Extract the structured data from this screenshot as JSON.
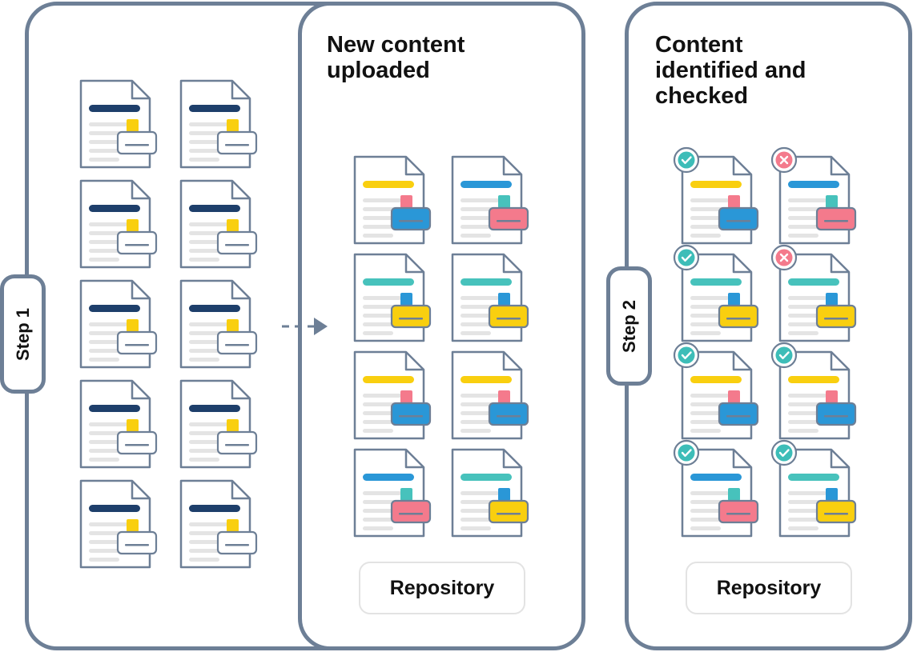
{
  "steps": {
    "step1": "Step 1",
    "step2": "Step 2"
  },
  "upload_panel": {
    "title_line1": "New content",
    "title_line2": "uploaded",
    "repository_label": "Repository"
  },
  "checked_panel": {
    "title_line1": "Content",
    "title_line2": "identified and",
    "title_line3": "checked",
    "repository_label": "Repository"
  },
  "colors": {
    "border": "#6d7f96",
    "navy": "#1e3f6b",
    "yellow": "#f9cf0f",
    "blue": "#2a97d7",
    "teal": "#47c2bc",
    "pink": "#f47a8c",
    "gray_line": "#e4e4e4",
    "check_badge": "#3dbdb8",
    "cross_badge": "#f47a8c",
    "arrow": "#6d7f96"
  },
  "step1_documents": {
    "rows": 5,
    "columns": 2,
    "color_scheme": [
      "navy",
      "yellow",
      "white"
    ]
  },
  "upload_documents": [
    [
      "yellow",
      "pink",
      "blue"
    ],
    [
      "blue",
      "teal",
      "pink"
    ],
    [
      "teal",
      "blue",
      "yellow"
    ],
    [
      "teal",
      "blue",
      "yellow"
    ],
    [
      "yellow",
      "pink",
      "blue"
    ],
    [
      "yellow",
      "pink",
      "blue"
    ],
    [
      "blue",
      "teal",
      "pink"
    ],
    [
      "teal",
      "blue",
      "yellow"
    ]
  ],
  "checked_documents": [
    {
      "colors": [
        "yellow",
        "pink",
        "blue"
      ],
      "status": "approved"
    },
    {
      "colors": [
        "blue",
        "teal",
        "pink"
      ],
      "status": "rejected"
    },
    {
      "colors": [
        "teal",
        "blue",
        "yellow"
      ],
      "status": "approved"
    },
    {
      "colors": [
        "teal",
        "blue",
        "yellow"
      ],
      "status": "rejected"
    },
    {
      "colors": [
        "yellow",
        "pink",
        "blue"
      ],
      "status": "approved"
    },
    {
      "colors": [
        "yellow",
        "pink",
        "blue"
      ],
      "status": "approved"
    },
    {
      "colors": [
        "blue",
        "teal",
        "pink"
      ],
      "status": "approved"
    },
    {
      "colors": [
        "teal",
        "blue",
        "yellow"
      ],
      "status": "approved"
    }
  ]
}
